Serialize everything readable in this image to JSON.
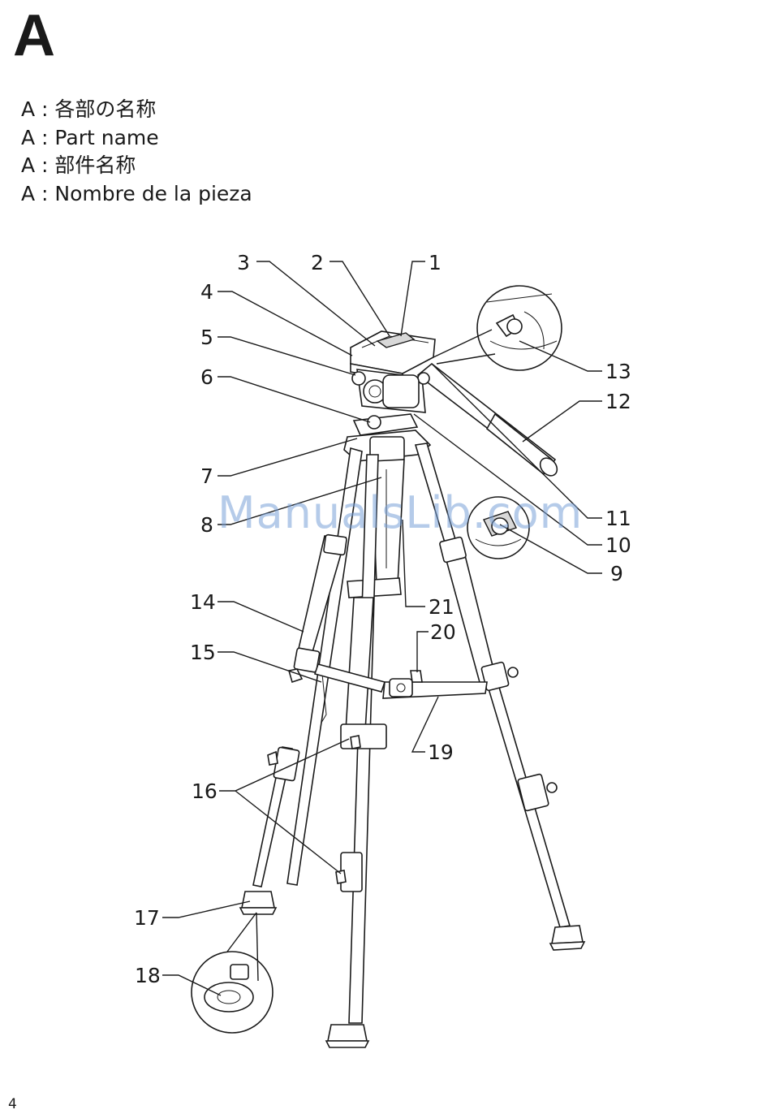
{
  "section_letter": "A",
  "captions": [
    "A : 各部の名称",
    "A : Part name",
    "A : 部件名称",
    "A : Nombre de la pieza"
  ],
  "callouts": {
    "c1": "1",
    "c2": "2",
    "c3": "3",
    "c4": "4",
    "c5": "5",
    "c6": "6",
    "c7": "7",
    "c8": "8",
    "c9": "9",
    "c10": "10",
    "c11": "11",
    "c12": "12",
    "c13": "13",
    "c14": "14",
    "c15": "15",
    "c16": "16",
    "c17": "17",
    "c18": "18",
    "c19": "19",
    "c20": "20",
    "c21": "21"
  },
  "watermark": "ManualsLib.com",
  "page_number": "4"
}
